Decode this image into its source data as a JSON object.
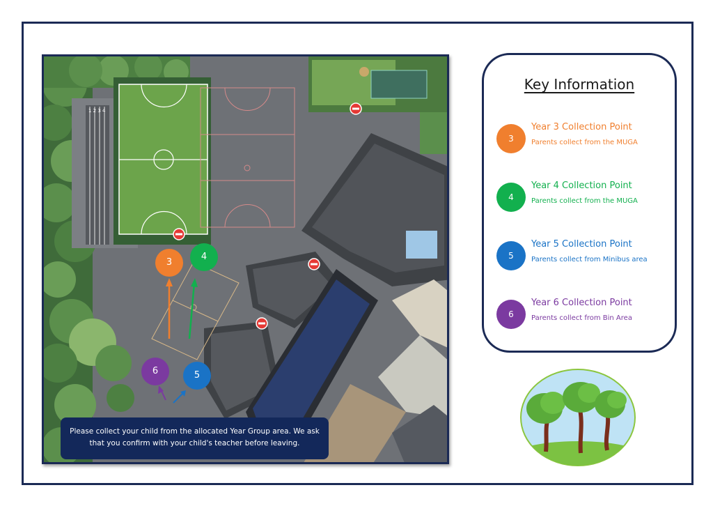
{
  "colors": {
    "frame": "#1b2a55",
    "year3": "#f07f2e",
    "year4": "#12b04e",
    "year5": "#1a73c6",
    "year6": "#7b3aa0",
    "notice_bg": "#13285a"
  },
  "map": {
    "markers": [
      {
        "label": "3",
        "color": "#f07f2e"
      },
      {
        "label": "4",
        "color": "#12b04e"
      },
      {
        "label": "6",
        "color": "#7b3aa0"
      },
      {
        "label": "5",
        "color": "#1a73c6"
      }
    ],
    "track_lanes": "1 2 3 4",
    "notice": "Please collect your child from the allocated Year Group area. We ask that you confirm with your child's teacher before leaving."
  },
  "key": {
    "title": "Key Information",
    "items": [
      {
        "number": "3",
        "title": "Year 3 Collection Point",
        "subtitle": "Parents collect from the MUGA",
        "color": "#f07f2e"
      },
      {
        "number": "4",
        "title": "Year 4 Collection Point",
        "subtitle": "Parents collect from the MUGA",
        "color": "#12b04e"
      },
      {
        "number": "5",
        "title": "Year 5 Collection Point",
        "subtitle": "Parents collect from Minibus area",
        "color": "#1a73c6"
      },
      {
        "number": "6",
        "title": "Year 6 Collection Point",
        "subtitle": "Parents collect from Bin Area",
        "color": "#7b3aa0"
      }
    ]
  }
}
